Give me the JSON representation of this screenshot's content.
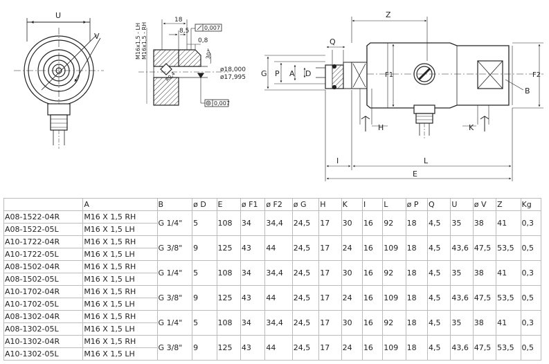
{
  "drawing": {
    "labels": {
      "U": "U",
      "V": "V",
      "d18": "18",
      "d8_5": "8,5",
      "d0_8": "0,8",
      "tol_top": "0,007",
      "tol_bottom": "0,007",
      "angle30": "30°",
      "r04": "R0,4",
      "thread_lh": "M16x1,5 - LH",
      "thread_rh": "M16x1,5 - RH",
      "dia_max": "ø18,000",
      "dia_min": "ø17,995",
      "Z": "Z",
      "Q": "Q",
      "G": "G",
      "P": "P",
      "A": "A",
      "D": "D",
      "F1": "F1",
      "F2": "F2",
      "B": "B",
      "H": "H",
      "K": "K",
      "I": "I",
      "L": "L",
      "E": "E"
    }
  },
  "table": {
    "headers": [
      "",
      "A",
      "B",
      "ø D",
      "E",
      "ø F1",
      "ø F2",
      "ø G",
      "H",
      "K",
      "I",
      "L",
      "ø P",
      "Q",
      "U",
      "ø V",
      "Z",
      "Kg"
    ],
    "rows": [
      [
        "A08-1522-04R",
        "M16 X 1,5 RH"
      ],
      [
        "A08-1522-05L",
        "M16 X 1,5 LH"
      ],
      [
        "A10-1722-04R",
        "M16 X 1,5 RH"
      ],
      [
        "A10-1722-05L",
        "M16 X 1,5 LH"
      ],
      [
        "A08-1502-04R",
        "M16 X 1,5 RH"
      ],
      [
        "A08-1502-05L",
        "M16 X 1,5 LH"
      ],
      [
        "A10-1702-04R",
        "M16 X 1,5 RH"
      ],
      [
        "A10-1702-05L",
        "M16 X 1,5 LH"
      ],
      [
        "A08-1302-04R",
        "M16 X 1,5 RH"
      ],
      [
        "A08-1302-05L",
        "M16 X 1,5 LH"
      ],
      [
        "A10-1302-04R",
        "M16 X 1,5 RH"
      ],
      [
        "A10-1302-05L",
        "M16 X 1,5 LH"
      ]
    ],
    "groups": [
      [
        "G 1/4\"",
        "5",
        "108",
        "34",
        "34,4",
        "24,5",
        "17",
        "30",
        "16",
        "92",
        "18",
        "4,5",
        "35",
        "38",
        "41",
        "0,3"
      ],
      [
        "G 3/8\"",
        "9",
        "125",
        "43",
        "44",
        "24,5",
        "17",
        "24",
        "16",
        "109",
        "18",
        "4,5",
        "43,6",
        "47,5",
        "53,5",
        "0,5"
      ],
      [
        "G 1/4\"",
        "5",
        "108",
        "34",
        "34,4",
        "24,5",
        "17",
        "30",
        "16",
        "92",
        "18",
        "4,5",
        "35",
        "38",
        "41",
        "0,3"
      ],
      [
        "G 3/8\"",
        "9",
        "125",
        "43",
        "44",
        "24,5",
        "17",
        "24",
        "16",
        "109",
        "18",
        "4,5",
        "43,6",
        "47,5",
        "53,5",
        "0,5"
      ],
      [
        "G 1/4\"",
        "5",
        "108",
        "34",
        "34,4",
        "24,5",
        "17",
        "30",
        "16",
        "92",
        "18",
        "4,5",
        "35",
        "38",
        "41",
        "0,3"
      ],
      [
        "G 3/8\"",
        "9",
        "125",
        "43",
        "44",
        "24,5",
        "17",
        "24",
        "16",
        "109",
        "18",
        "4,5",
        "43,6",
        "47,5",
        "53,5",
        "0,5"
      ]
    ]
  }
}
